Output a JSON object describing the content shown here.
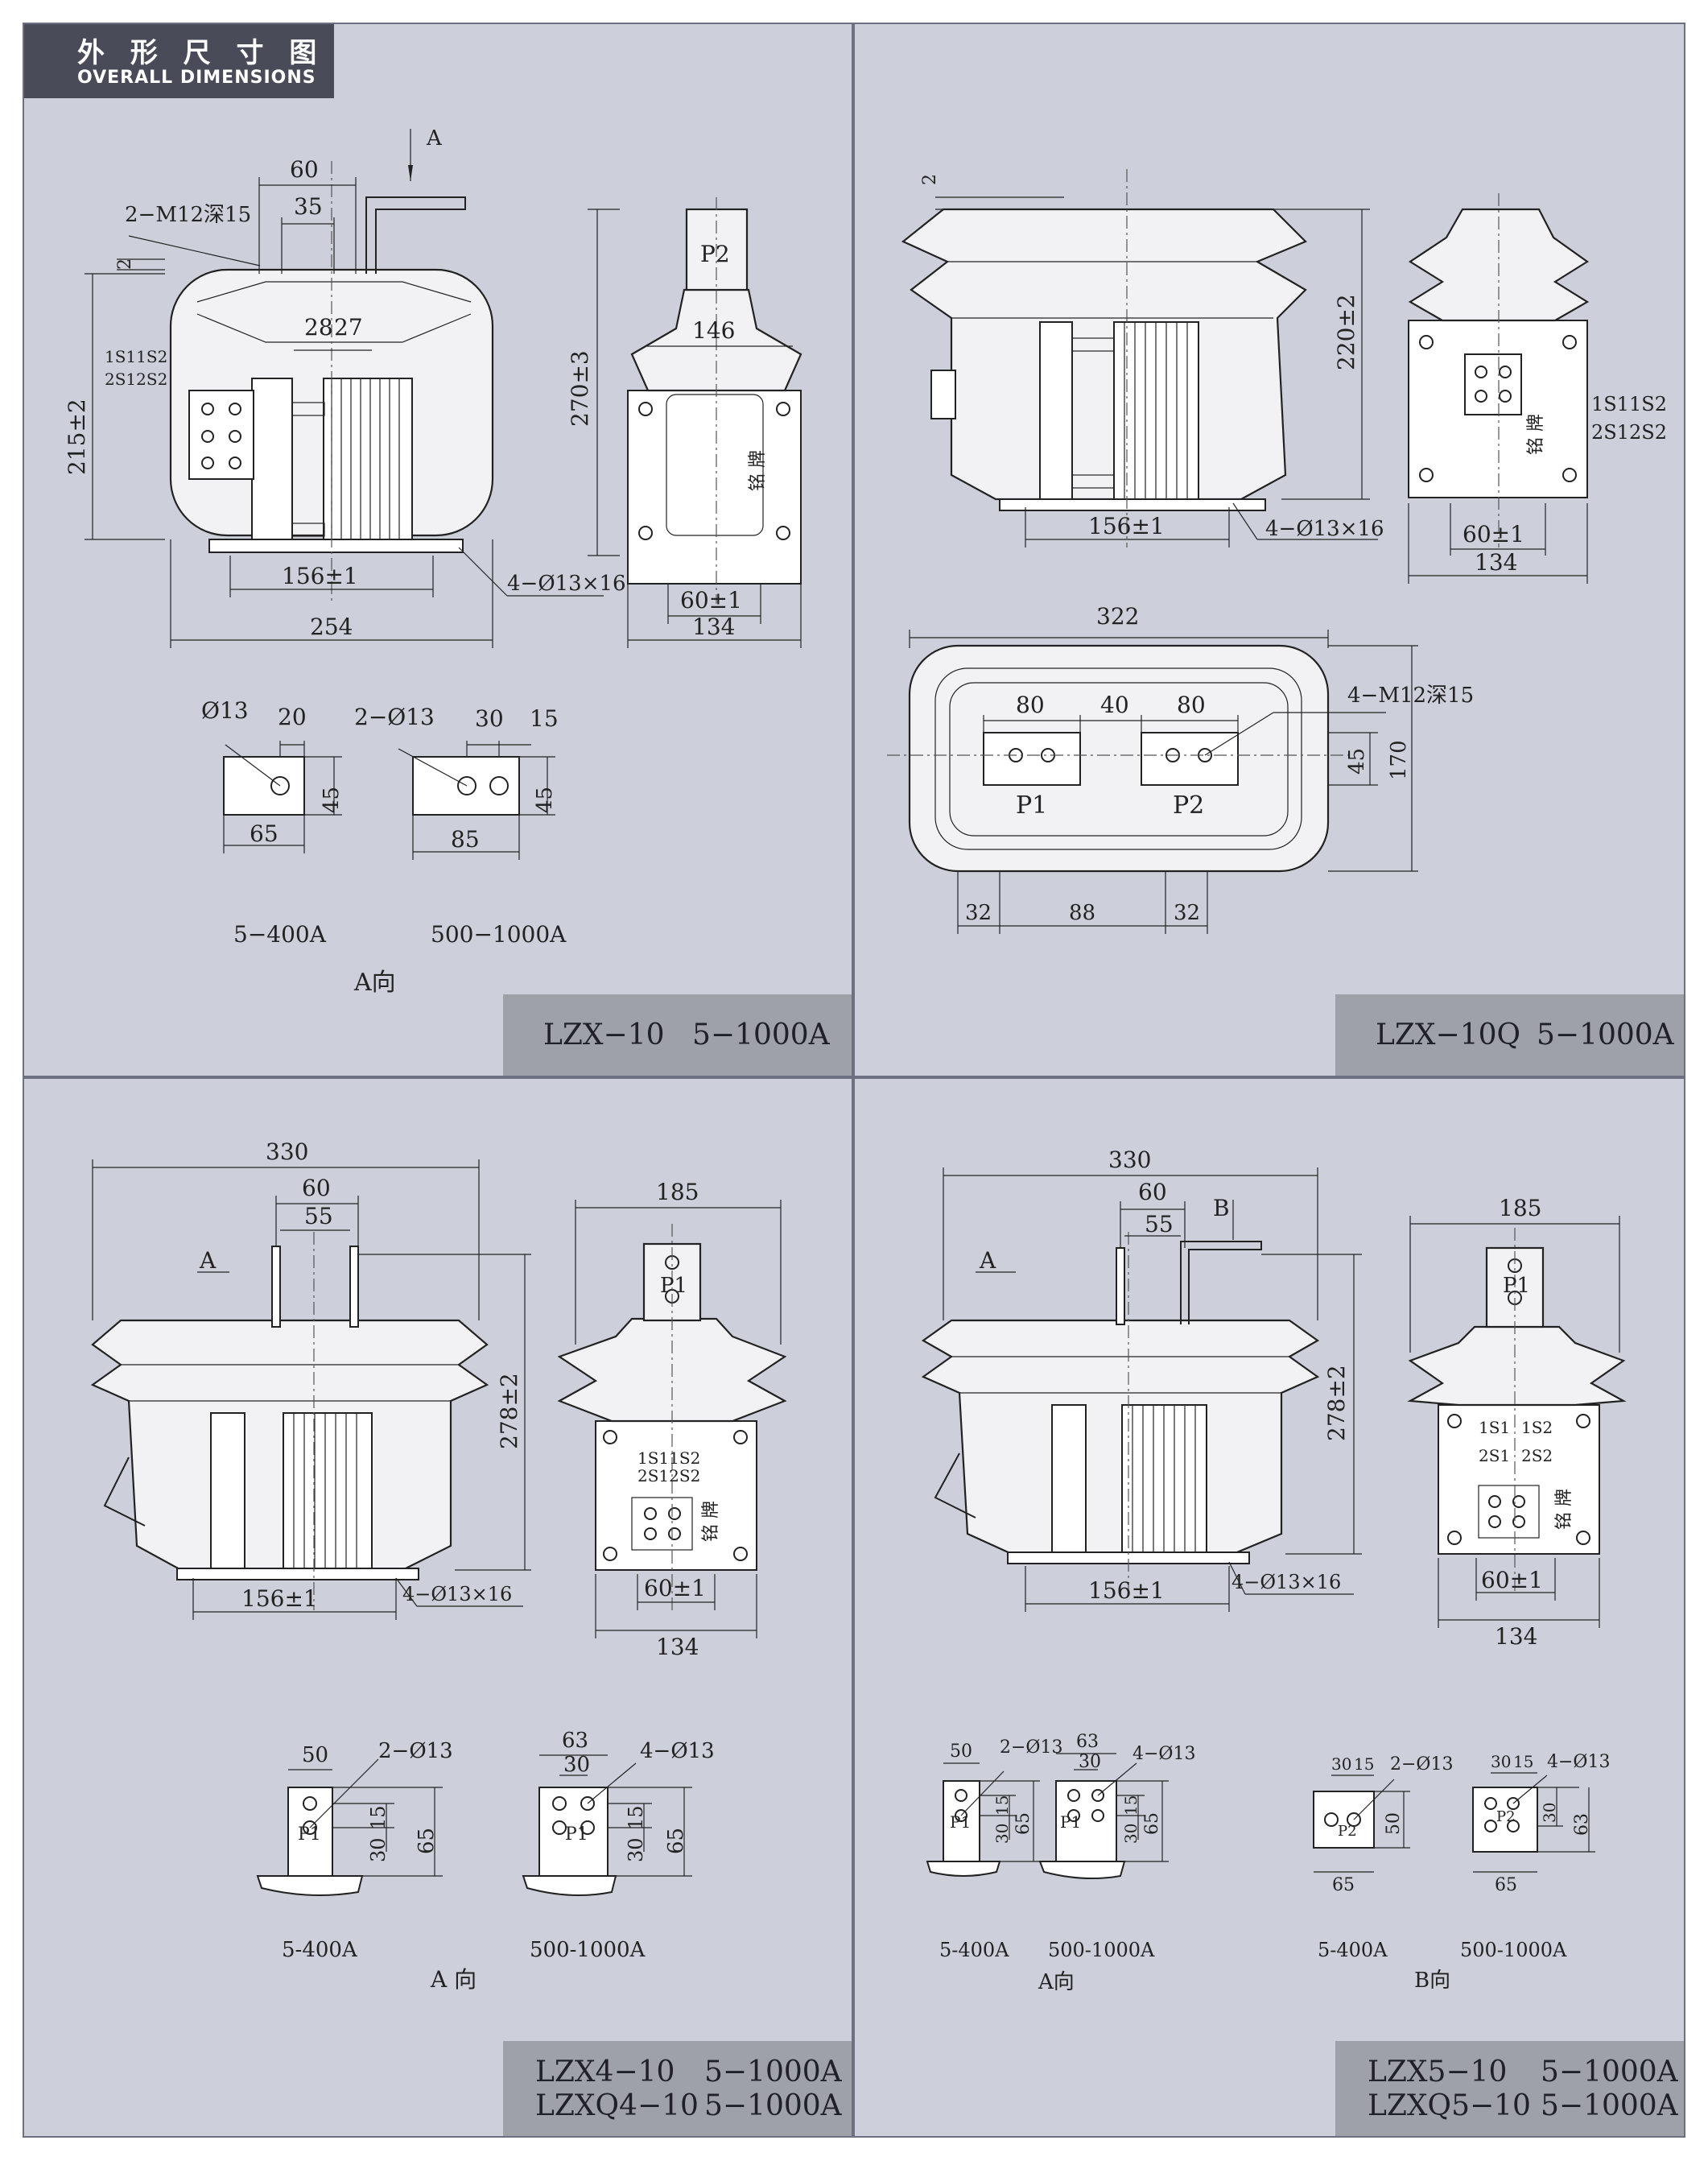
{
  "header": {
    "title_cn": "外 形 尺 寸 图",
    "title_en": "OVERALL DIMENSIONS"
  },
  "panels": [
    {
      "id": "lzx10",
      "title": "LZX−10",
      "rating": "5−1000A",
      "dims": {
        "top_w": "60",
        "mid_w": "35",
        "m12": "2−M12深15",
        "gap": "2",
        "d28": "28",
        "d27": "27",
        "terms1": "1S11S2",
        "terms2": "2S12S2",
        "height": "215±2",
        "base": "156±1",
        "width": "254",
        "holes": "4−Ø13×16",
        "side_h": "270±3",
        "side_top": "146",
        "p2": "P2",
        "side_base": "60±1",
        "side_w": "134",
        "nameplate": "铭 牌"
      },
      "detail_a": {
        "hole1": "Ø13",
        "w20": "20",
        "h45": "45",
        "w65": "65",
        "holes2": "2−Ø13",
        "w30": "30",
        "w15": "15",
        "h45b": "45",
        "w85": "85",
        "range1": "5−400A",
        "range2": "500−1000A",
        "caption": "A向",
        "arrow": "A"
      }
    },
    {
      "id": "lzx10q",
      "title": "LZX−10Q",
      "rating": "5−1000A",
      "dims": {
        "gap": "2",
        "height": "220±2",
        "base": "156±1",
        "holes": "4−Ø13×16",
        "terms1": "1S11S2",
        "terms2": "2S12S2",
        "side_base": "60±1",
        "side_w": "134",
        "nameplate": "铭 牌"
      },
      "plan": {
        "w322": "322",
        "w80a": "80",
        "w40": "40",
        "w80b": "80",
        "m12": "4−M12深15",
        "h45": "45",
        "h170": "170",
        "p1": "P1",
        "p2": "P2",
        "w32a": "32",
        "w88": "88",
        "w32b": "32"
      }
    },
    {
      "id": "lzx4",
      "title": "LZX4−10",
      "title2": "LZXQ4−10",
      "rating": "5−1000A",
      "rating2": "5−1000A",
      "dims": {
        "w330": "330",
        "w60": "60",
        "w55": "55",
        "arrow": "A",
        "height": "278±2",
        "base": "156±1",
        "holes": "4−Ø13×16",
        "side_w185": "185",
        "p1": "P1",
        "terms1": "1S11S2",
        "terms2": "2S12S2",
        "side_base": "60±1",
        "side_w": "134",
        "nameplate": "铭 牌"
      },
      "detail_a": {
        "w50": "50",
        "holes2": "2−Ø13",
        "d30": "30",
        "d15": "15",
        "h65": "65",
        "w63": "63",
        "w30": "30",
        "holes4": "4−Ø13",
        "d30b": "30",
        "d15b": "15",
        "h65b": "65",
        "range1": "5-400A",
        "range2": "500-1000A",
        "caption": "A 向",
        "p1a": "P1",
        "p1b": "P1"
      }
    },
    {
      "id": "lzx5",
      "title": "LZX5−10",
      "title2": "LZXQ5−10",
      "rating": "5−1000A",
      "rating2": "5−1000A",
      "dims": {
        "w330": "330",
        "w60": "60",
        "w55": "55",
        "arrowA": "A",
        "arrowB": "B",
        "height": "278±2",
        "base": "156±1",
        "holes": "4−Ø13×16",
        "side_w185": "185",
        "p1": "P1",
        "t1": "1S1",
        "t2": "1S2",
        "t3": "2S1",
        "t4": "2S2",
        "side_base": "60±1",
        "side_w": "134",
        "nameplate": "铭 牌"
      },
      "detail_ab": {
        "w50": "50",
        "holes2": "2−Ø13",
        "d30": "30",
        "d15": "15",
        "h65": "65",
        "w63": "63",
        "w30": "30",
        "holes4": "4−Ø13",
        "d30b": "30",
        "d15b": "15",
        "h65b": "65",
        "b30": "30",
        "b15": "15",
        "bholes2": "2−Ø13",
        "b50": "50",
        "b65": "65",
        "b30b": "30",
        "b15b": "15",
        "bholes4": "4−Ø13",
        "b30c": "30",
        "b63": "63",
        "b65b": "65",
        "p2a": "P2",
        "p2b": "P2",
        "range1": "5-400A",
        "range2": "500-1000A",
        "range3": "5-400A",
        "range4": "500-1000A",
        "captionA": "A向",
        "captionB": "B向",
        "p1a": "P1",
        "p1b": "P1"
      }
    }
  ]
}
